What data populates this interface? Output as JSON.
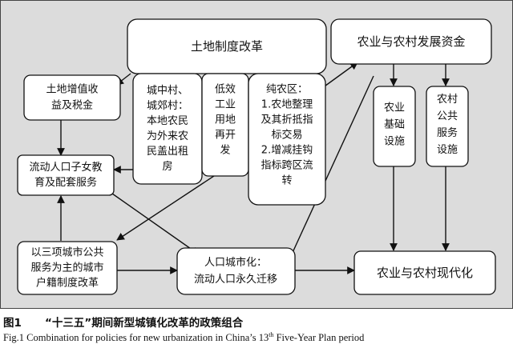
{
  "nodes": {
    "land_reform": [
      "土地制度改革"
    ],
    "agri_fund": [
      "农业与农村发展资金"
    ],
    "land_revenue": [
      "土地增值收",
      "益及税金"
    ],
    "urban_village": [
      "城中村、",
      "城郊村：",
      "本地农民",
      "为外来农",
      "民盖出租",
      "房"
    ],
    "low_efficiency": [
      "低效",
      "工业",
      "用地",
      "再开",
      "发"
    ],
    "pure_agri": [
      "纯农区：",
      "1.农地整理",
      "及其折抵指",
      "标交易",
      "2.增减挂钩",
      "指标跨区流",
      "转"
    ],
    "agri_infra": [
      "农业",
      "基础",
      "设施"
    ],
    "rural_services": [
      "农村",
      "公共",
      "服务",
      "设施"
    ],
    "education": [
      "流动人口子女教",
      "育及配套服务"
    ],
    "hukou_reform": [
      "以三项城市公共",
      "服务为主的城市",
      "户籍制度改革"
    ],
    "urbanization": [
      "人口城市化：",
      "流动人口永久迁移"
    ],
    "modernization": [
      "农业与农村现代化"
    ]
  },
  "caption": {
    "cn_number": "图1",
    "cn_title": "“十三五”期间新型城镇化改革的政策组合",
    "en_prefix": "Fig.1   Combination for policies for new urbanization in China’s 13",
    "en_sup": "th",
    "en_suffix": " Five-Year Plan period"
  },
  "colors": {
    "background": "#dcdcdc",
    "box": "#ffffff",
    "stroke": "#111111"
  }
}
